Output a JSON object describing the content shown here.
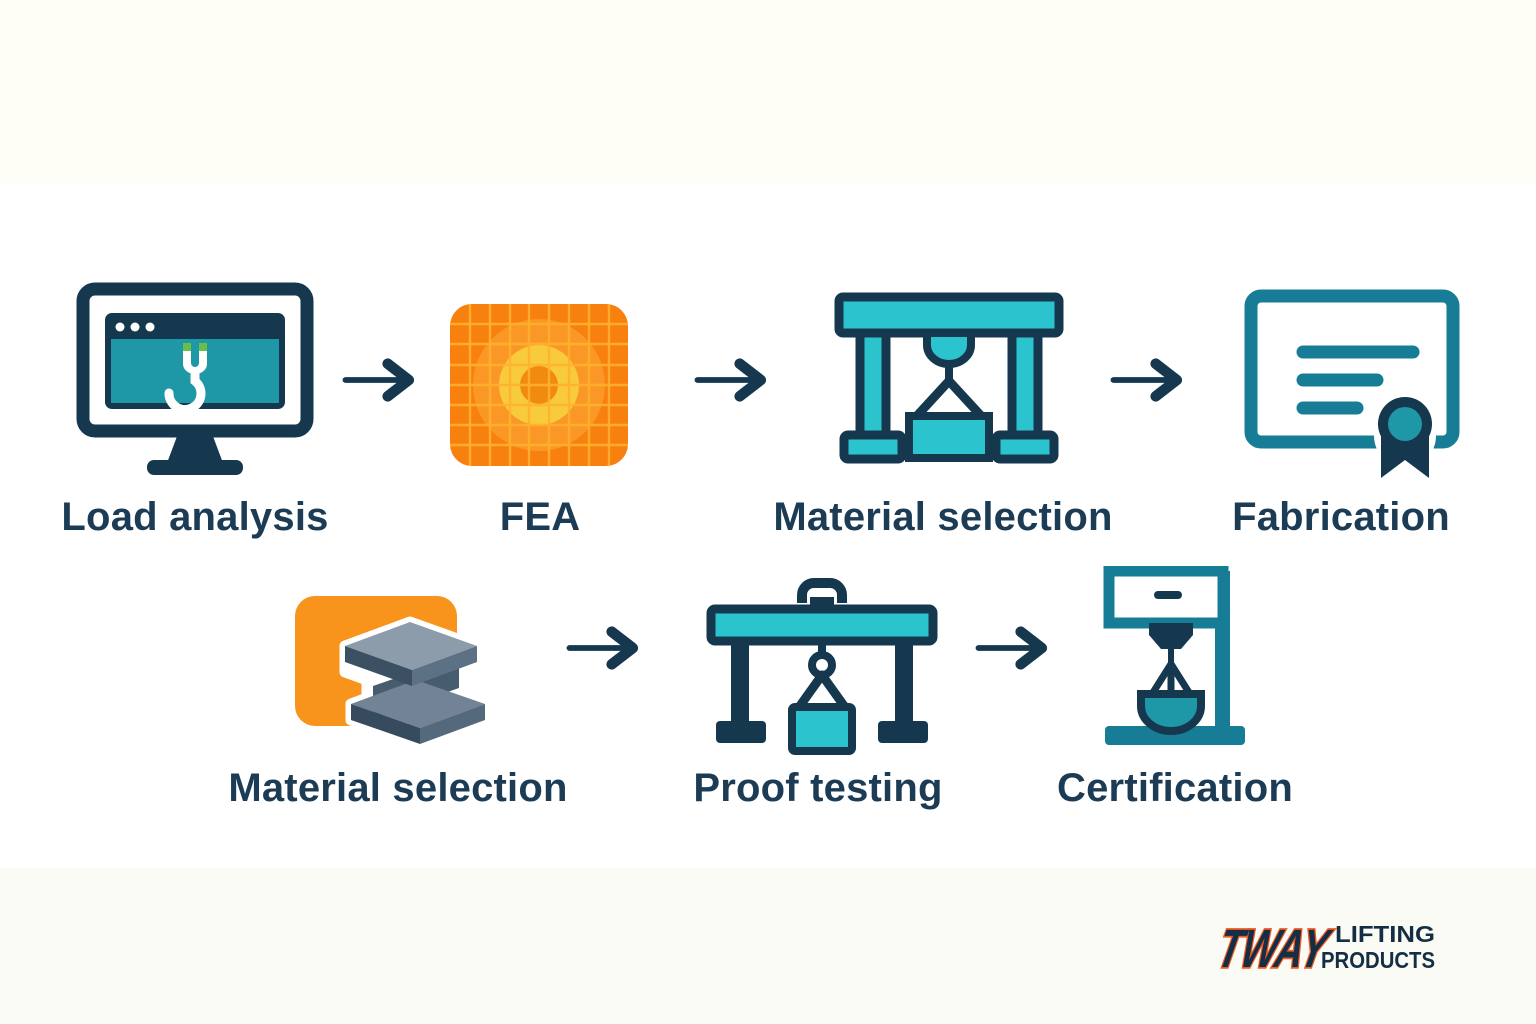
{
  "rows": [
    {
      "steps": [
        {
          "label": "Load analysis",
          "icon": "monitor-hook-icon"
        },
        {
          "label": "FEA",
          "icon": "fea-heatmap-icon"
        },
        {
          "label": "Material selection",
          "icon": "gantry-crane-icon"
        },
        {
          "label": "Fabrication",
          "icon": "certificate-icon"
        }
      ]
    },
    {
      "steps": [
        {
          "label": "Material selection",
          "icon": "steel-ibeam-icon"
        },
        {
          "label": "Proof testing",
          "icon": "gantry-hoist-icon"
        },
        {
          "label": "Certification",
          "icon": "test-press-icon"
        }
      ]
    }
  ],
  "logo": {
    "brand": "TWAY",
    "line1": "LIFTING",
    "line2": "PRODUCTS"
  },
  "colors": {
    "navy": "#16384F",
    "teal_bright": "#2BC4CE",
    "teal_mid": "#1E97A6",
    "teal_dark": "#177C95",
    "orange": "#F8941C",
    "fea_orange": "#F8800F",
    "fea_yellow": "#F7CB3B",
    "green_accent": "#6ABF4B",
    "logo_orange": "#F05A22",
    "label_text": "#1C3B55",
    "band_top": "#FFFEF6",
    "band_bottom": "#FBFBF5"
  }
}
